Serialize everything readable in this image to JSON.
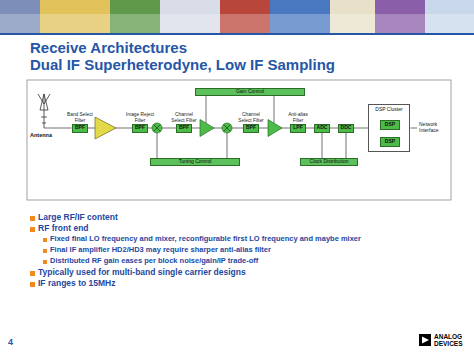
{
  "diagram": {
    "title": "Receive Architectures",
    "nodes": [
      {
        "text": [
          "Band Select Filter",
          "BPF"
        ]
      },
      {
        "text": [
          "Image Reject Filter",
          "BPF"
        ]
      },
      {
        "text": [
          "Channel Select Filter",
          "BPF"
        ]
      },
      {
        "text": [
          "Channel Select Filter",
          "BPF"
        ]
      },
      {
        "text": [
          "Anti-alias Filter",
          "LPF"
        ]
      },
      {
        "text": [
          "ADC"
        ]
      },
      {
        "text": [
          "DDC"
        ]
      },
      {
        "text": [
          "DSP Cluster"
        ]
      },
      {
        "text": [
          "DSP"
        ],
        "in": 7
      },
      {
        "text": [
          "DSP"
        ],
        "in": 7
      },
      {
        "text": [
          "Gain Control"
        ]
      },
      {
        "text": [
          "Tuning Control"
        ]
      },
      {
        "text": [
          "Clock Distribution"
        ]
      }
    ],
    "edges": [
      {
        "from": 0,
        "to": 1,
        "arrow": "none"
      },
      {
        "from": 1,
        "to": 2,
        "arrow": "none"
      },
      {
        "from": 2,
        "to": 3,
        "arrow": "none"
      },
      {
        "from": 3,
        "to": 4,
        "arrow": "none"
      },
      {
        "from": 4,
        "to": 5,
        "arrow": "none"
      },
      {
        "from": 5,
        "to": 6,
        "arrow": "none"
      },
      {
        "from": 6,
        "to": 7,
        "arrow": "none"
      },
      {
        "from": 12,
        "to": 5,
        "arrow": "none"
      },
      {
        "from": 12,
        "to": 6,
        "arrow": "none"
      }
    ],
    "labels": [
      "Dual IF Superheterodyne, Low IF Sampling",
      "Network Interface",
      "Antenna",
      "Large RF/IF content",
      "RF front end",
      "Fixed final LO frequency and mixer, reconfigurable first LO frequency and maybe mixer",
      "Final IF amplifier HD2/HD3 may require sharper anti-alias filter",
      "Distributed RF gain eases per block noise/gain/IP trade-off",
      "Typically used for multi-band single carrier designs",
      "IF ranges to 15MHz",
      "4",
      "ANALOG DEVICES"
    ]
  }
}
